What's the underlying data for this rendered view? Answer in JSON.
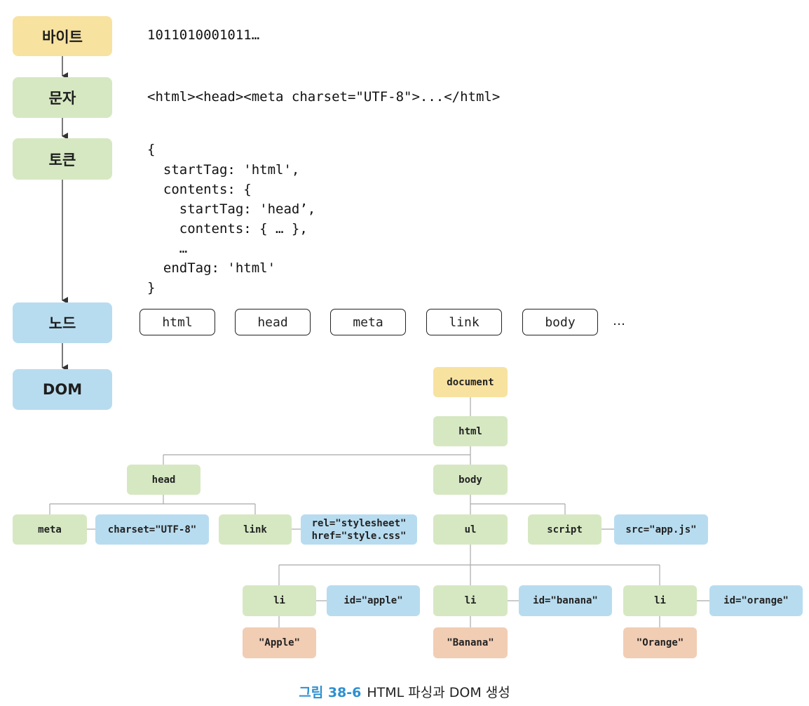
{
  "stages": {
    "bytes": "바이트",
    "chars": "문자",
    "tokens": "토큰",
    "nodes": "노드",
    "dom": "DOM"
  },
  "bytes_text": "1011010001011…",
  "chars_text": "<html><head><meta charset=\"UTF-8\">...</html>",
  "token_lines": [
    "{",
    "  startTag: 'html',",
    "  contents: {",
    "    startTag: 'head’,",
    "    contents: { … },",
    "    …",
    "  endTag: 'html'",
    "}"
  ],
  "node_tokens": [
    "html",
    "head",
    "meta",
    "link",
    "body"
  ],
  "node_tokens_more": "…",
  "tree": {
    "document": "document",
    "html": "html",
    "head": "head",
    "body": "body",
    "meta": "meta",
    "meta_attr": "charset=\"UTF-8\"",
    "link": "link",
    "link_attr_1": "rel=\"stylesheet\"",
    "link_attr_2": "href=\"style.css\"",
    "ul": "ul",
    "script": "script",
    "script_attr": "src=\"app.js\"",
    "li": "li",
    "li_apple_attr": "id=\"apple\"",
    "li_banana_attr": "id=\"banana\"",
    "li_orange_attr": "id=\"orange\"",
    "apple_text": "\"Apple\"",
    "banana_text": "\"Banana\"",
    "orange_text": "\"Orange\""
  },
  "caption": {
    "number": "그림 38-6",
    "title": "HTML 파싱과 DOM 생성"
  },
  "colors": {
    "document": "#f8e2a0",
    "element": "#d6e8c2",
    "attribute": "#b8dcef",
    "text": "#f1cdb4",
    "caption_accent": "#2e8fd0"
  }
}
